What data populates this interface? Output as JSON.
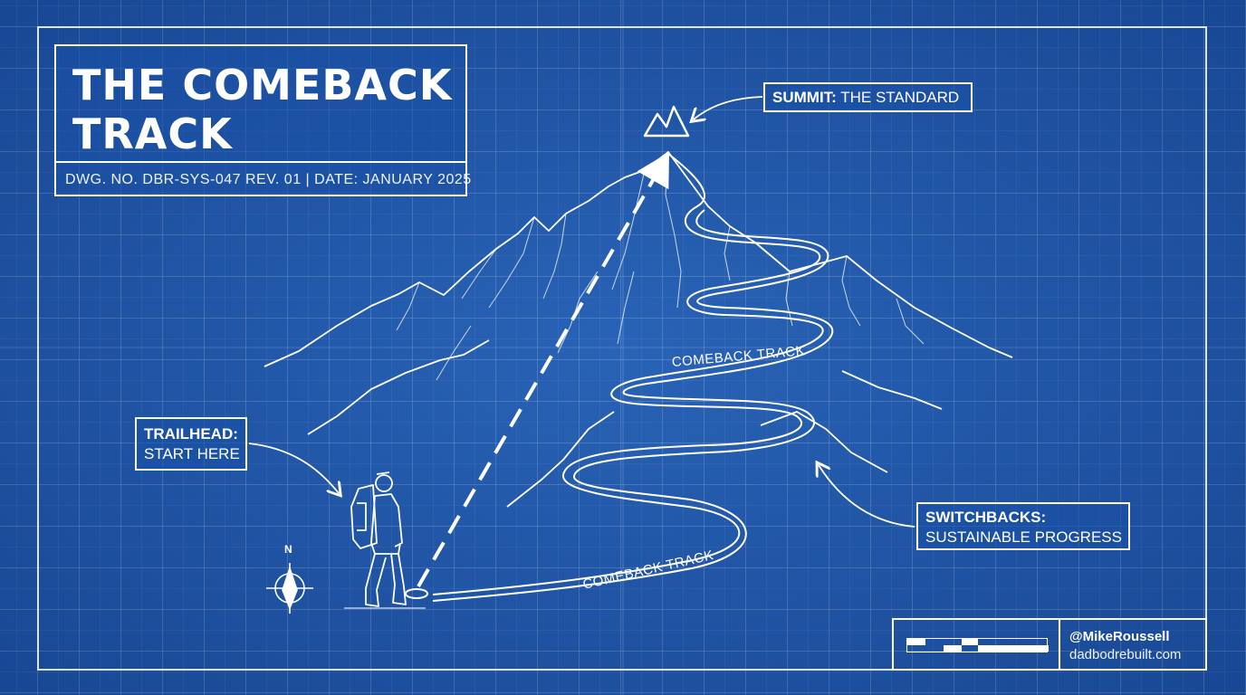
{
  "title": "THE COMEBACK\nTRACK",
  "drawing_info": "DWG. NO. DBR-SYS-047 REV. 01 | DATE: JANUARY 2025",
  "summit_label": {
    "strong": "SUMMIT:",
    "text": " THE STANDARD"
  },
  "trailhead_label": {
    "strong": "TRAILHEAD:",
    "text": "START HERE"
  },
  "switchbacks_label": {
    "strong": "SWITCHBACKS:",
    "text": "SUSTAINABLE PROGRESS"
  },
  "track_label_upper": "COMEBACK TRACK",
  "track_label_lower": "COMEBACK TRACK",
  "compass_letter": "N",
  "footer": {
    "handle": "@MikeRoussell",
    "site": "dadbodrebuilt.com"
  },
  "colors": {
    "background": "#1f58a8",
    "line": "#ffffff"
  }
}
